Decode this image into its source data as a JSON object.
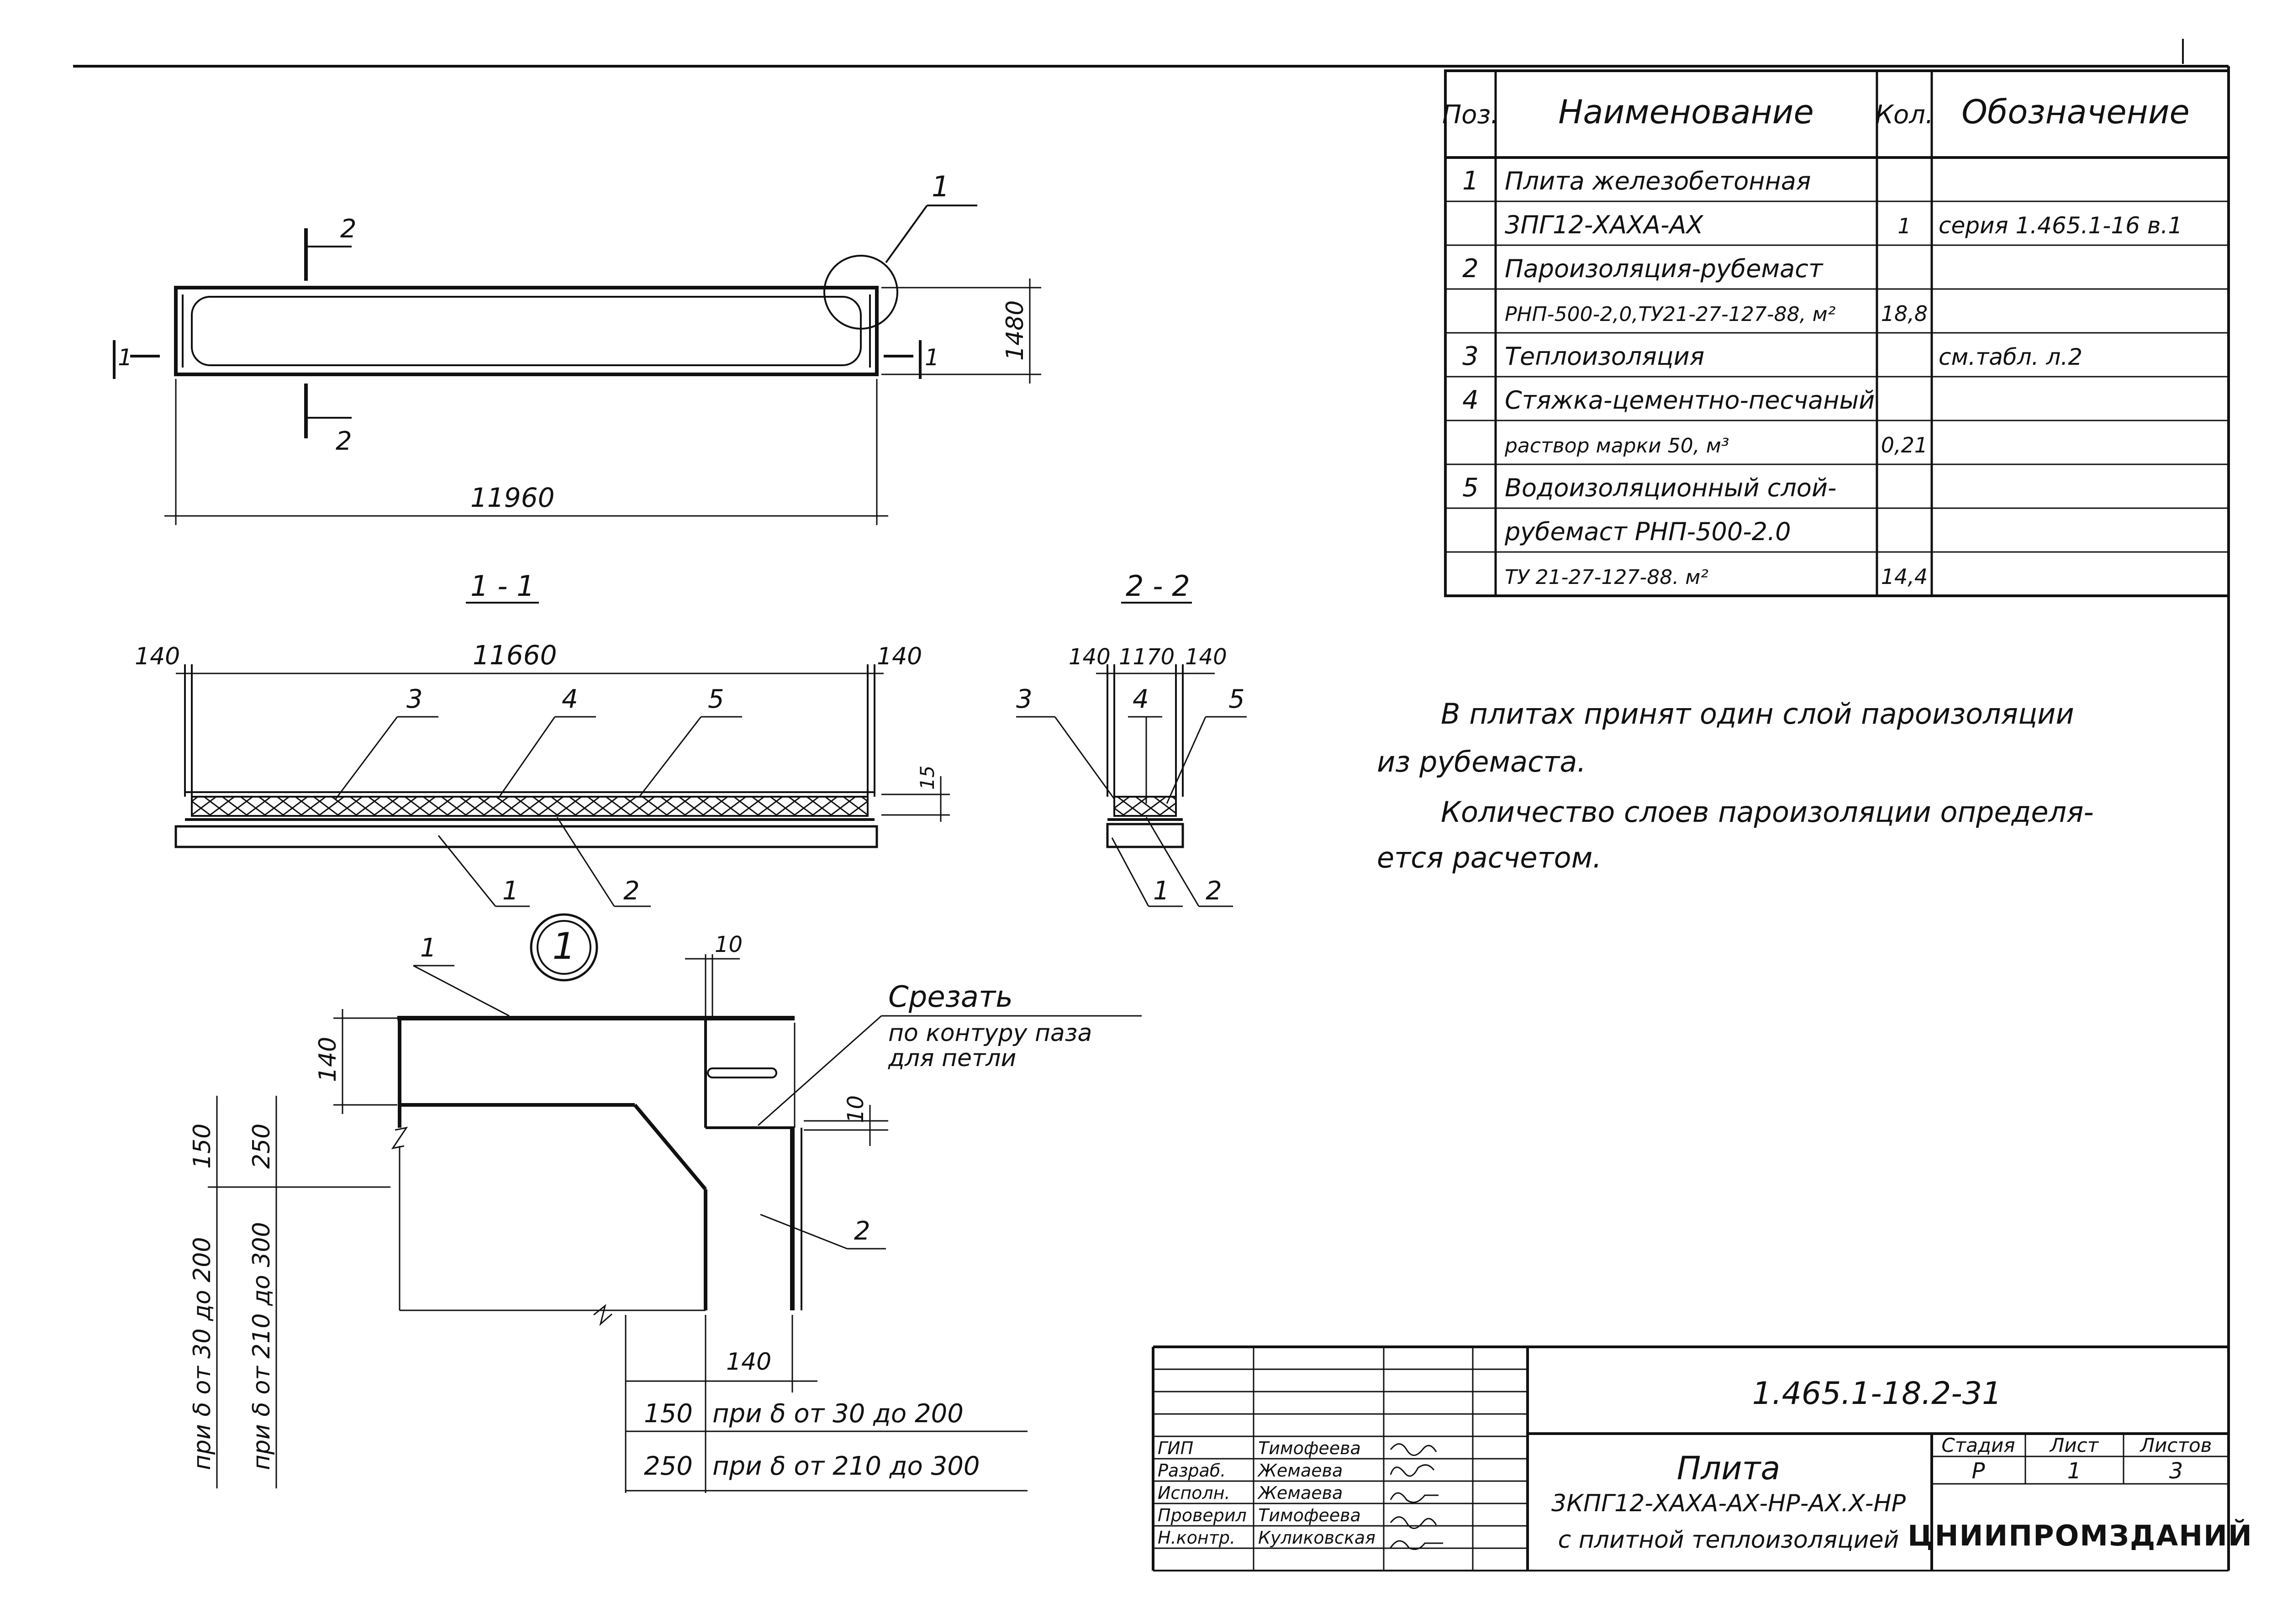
{
  "spec_table": {
    "headers": {
      "pos": "Поз.",
      "name": "Наименование",
      "qty": "Кол.",
      "designation": "Обозначение"
    },
    "rows": [
      {
        "pos": "1",
        "name": "Плита железобетонная",
        "qty": "",
        "designation": ""
      },
      {
        "pos": "",
        "name": "3ПГ12-ХАХА-АХ",
        "qty": "1",
        "designation": "серия 1.465.1-16 в.1"
      },
      {
        "pos": "2",
        "name": "Пароизоляция-рубемаст",
        "qty": "",
        "designation": ""
      },
      {
        "pos": "",
        "name": "РНП-500-2,0,ТУ21-27-127-88,    м²",
        "qty": "18,8",
        "designation": ""
      },
      {
        "pos": "3",
        "name": "Теплоизоляция",
        "qty": "",
        "designation": "см.табл. л.2"
      },
      {
        "pos": "4",
        "name": "Стяжка-цементно-песчаный",
        "qty": "",
        "designation": ""
      },
      {
        "pos": "",
        "name": "раствор марки 50,      м³",
        "qty": "0,21",
        "designation": ""
      },
      {
        "pos": "5",
        "name": "Водоизоляционный слой-",
        "qty": "",
        "designation": ""
      },
      {
        "pos": "",
        "name": "рубемаст РНП-500-2.0",
        "qty": "",
        "designation": ""
      },
      {
        "pos": "",
        "name": "ТУ 21-27-127-88.         м²",
        "qty": "14,4",
        "designation": ""
      }
    ]
  },
  "notes": {
    "line1": "В плитах принят один слой пароизоляции",
    "line2": "из рубемаста.",
    "line3": "Количество слоев пароизоляции определя-",
    "line4": "ется расчетом."
  },
  "plan_view": {
    "dim_length": "11960",
    "dim_width": "1480",
    "section_mark_1": "1",
    "section_mark_2": "2",
    "callout_number": "1"
  },
  "section_1_1": {
    "title": "1 - 1",
    "dim_left": "140",
    "dim_middle": "11660",
    "dim_right": "140",
    "dim_layer": "15",
    "leaders": [
      "3",
      "4",
      "5",
      "1",
      "2"
    ]
  },
  "section_2_2": {
    "title": "2 - 2",
    "dim_left": "140",
    "dim_middle": "1170",
    "dim_right": "140",
    "leaders": [
      "3",
      "4",
      "5",
      "1",
      "2"
    ]
  },
  "detail_1": {
    "marker": "1",
    "leader_1": "1",
    "leader_2": "2",
    "cut_note_title": "Срезать",
    "cut_note_line1": "по контуру паза",
    "cut_note_line2": "для петли",
    "dim_10_top": "10",
    "dim_10_right": "10",
    "dim_140_vertical": "140",
    "dim_150": "150",
    "dim_250": "250",
    "dim_140_bottom": "140",
    "left_label_1": "при δ от 30 до 200",
    "left_label_2": "при δ от 210 до 300",
    "table_rows": [
      {
        "value": "150",
        "condition": "при δ от 30 до 200"
      },
      {
        "value": "250",
        "condition": "при δ от 210 до 300"
      }
    ]
  },
  "title_block": {
    "doc_code": "1.465.1-18.2-31",
    "title_line1": "Плита",
    "title_line2": "3КПГ12-ХАХА-АХ-НР-АХ.Х-НР",
    "title_line3": "с плитной теплоизоляцией",
    "stage_header": "Стадия",
    "sheet_header": "Лист",
    "sheets_header": "Листов",
    "stage": "Р",
    "sheet": "1",
    "sheets": "3",
    "organization": "ЦНИИПРОМЗДАНИЙ",
    "roles": [
      {
        "role": "ГИП",
        "name": "Тимофеева"
      },
      {
        "role": "Разраб.",
        "name": "Жемаева"
      },
      {
        "role": "Исполн.",
        "name": "Жемаева"
      },
      {
        "role": "Проверил",
        "name": "Тимофеева"
      },
      {
        "role": "Н.контр.",
        "name": "Куликовская"
      }
    ]
  }
}
